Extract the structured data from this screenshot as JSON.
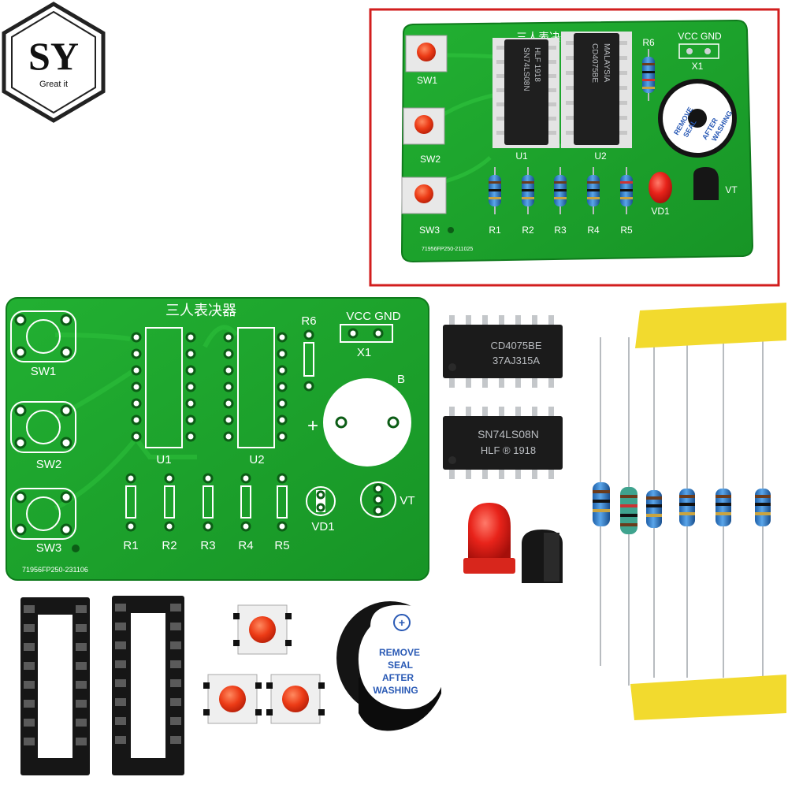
{
  "logo": {
    "text": "SY",
    "tagline": "Great it"
  },
  "colors": {
    "pcb": "#1ea52d",
    "highlight_frame": "#d21e1e",
    "led": "#e8231a",
    "tape": "#f2da2e"
  },
  "assembled_board": {
    "title": "三人表决器",
    "power_label": "VCC GND",
    "power_conn": "X1",
    "switch_labels": [
      "SW1",
      "SW2",
      "SW3"
    ],
    "ic_labels": [
      "U1",
      "U2"
    ],
    "resistor_labels": [
      "R1",
      "R2",
      "R3",
      "R4",
      "R5"
    ],
    "r6_label": "R6",
    "led_label": "VD1",
    "transistor_label": "VT",
    "ic1_text": [
      "SN74LS08N",
      "HLF 1918"
    ],
    "ic2_text": [
      "CD4075BE",
      "MALAYSIA"
    ],
    "buzzer_text": [
      "REMOVE",
      "SEAL",
      "AFTER",
      "WASHING"
    ],
    "serial": "71956FP250-211025"
  },
  "bare_board": {
    "title": "三人表决器",
    "power_label": "VCC GND",
    "power_conn": "X1",
    "switch_labels": [
      "SW1",
      "SW2",
      "SW3"
    ],
    "ic_labels": [
      "U1",
      "U2"
    ],
    "resistor_labels": [
      "R1",
      "R2",
      "R3",
      "R4",
      "R5"
    ],
    "r6_label": "R6",
    "buzzer_label": "B",
    "plus_sign": "+",
    "led_label": "VD1",
    "transistor_label": "VT",
    "serial": "71956FP250-231106"
  },
  "loose_parts": {
    "chip_top": [
      "CD4075BE",
      "37AJ315A"
    ],
    "chip_bottom": [
      "SN74LS08N",
      "HLF ®   1918"
    ],
    "buzzer_text": [
      "REMOVE",
      "SEAL",
      "AFTER",
      "WASHING"
    ],
    "buzzer_plus": "+"
  }
}
